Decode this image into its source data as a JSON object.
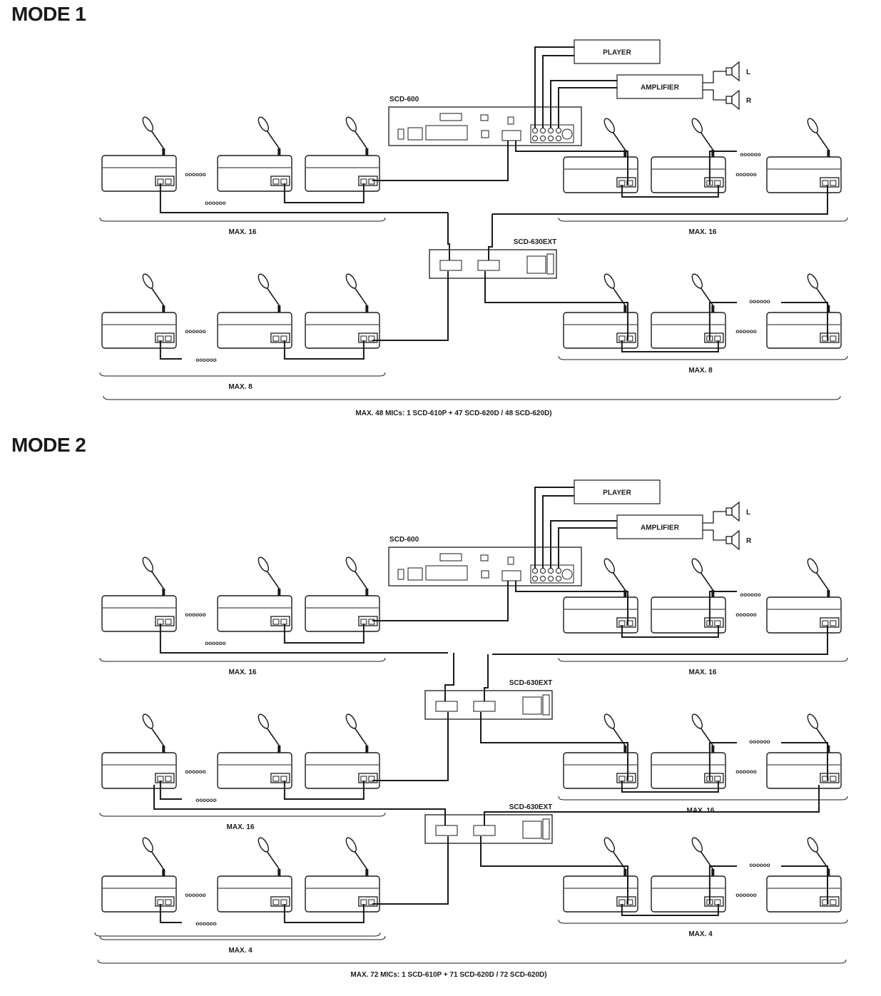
{
  "modes": [
    {
      "title": "MODE 1",
      "devices": {
        "controller": "SCD-600",
        "player": "PLAYER",
        "amplifier": "AMPLIFIER",
        "speaker_left": "L",
        "speaker_right": "R",
        "extenders": [
          "SCD-630EXT"
        ]
      },
      "group_limits": [
        "MAX. 16",
        "MAX. 16",
        "MAX. 8",
        "MAX. 8"
      ],
      "ellipsis": "oooooo",
      "total": "MAX. 48 MICs:  1 SCD-610P + 47 SCD-620D  /  48 SCD-620D)"
    },
    {
      "title": "MODE 2",
      "devices": {
        "controller": "SCD-600",
        "player": "PLAYER",
        "amplifier": "AMPLIFIER",
        "speaker_left": "L",
        "speaker_right": "R",
        "extenders": [
          "SCD-630EXT",
          "SCD-630EXT"
        ]
      },
      "group_limits": [
        "MAX. 16",
        "MAX. 16",
        "MAX. 16",
        "MAX. 16",
        "MAX. 4",
        "MAX. 4"
      ],
      "ellipsis": "oooooo",
      "total": "MAX. 72 MICs:  1 SCD-610P + 71 SCD-620D  /  72 SCD-620D)"
    }
  ],
  "colors": {
    "line": "#1a1a1a",
    "fill": "#ffffff"
  },
  "icons": [
    "microphone-unit-icon",
    "speaker-icon",
    "rj45-port-icon"
  ]
}
